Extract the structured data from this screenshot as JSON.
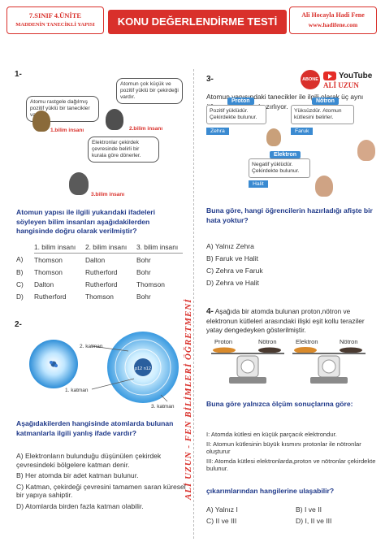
{
  "header": {
    "left_line1": "7.SINIF 4.ÜNİTE",
    "left_line2": "MADDENİN TANECİKLİ YAPISI",
    "title": "KONU DEĞERLENDİRME TESTİ",
    "right_line1": "Ali Hocayla Hadi Fene",
    "right_line2": "www.hadifene.com"
  },
  "brand": {
    "abone": "ABONE OL",
    "youtube": "YouTube",
    "channel": "ALİ UZUN",
    "vertical": "ALİ UZUN - FEN BİLİMLERİ ÖĞRETMENİ"
  },
  "q1": {
    "number": "1-",
    "bubble1": "Atomu rastgele dağılmış pozitif yüklü bir tanecikler vardır.",
    "bubble2": "Atomun çok küçük ve pozitif yüklü bir çekirdeği vardır.",
    "bubble3": "Elektronlar çekirdek çevresinde belirli bir kurala göre dönerler.",
    "sci1": "1.bilim insanı",
    "sci2": "2.bilim insanı",
    "sci3": "3.bilim insanı",
    "question": "Atomun yapısı ile ilgili yukarıdaki ifadeleri söyleyen bilim insanları aşağıdakilerden hangisinde doğru olarak verilmiştir?",
    "table_headers": [
      "1. bilim insanı",
      "2. bilim insanı",
      "3. bilim insanı"
    ],
    "rows": [
      {
        "letter": "A)",
        "c1": "Thomson",
        "c2": "Dalton",
        "c3": "Bohr"
      },
      {
        "letter": "B)",
        "c1": "Thomson",
        "c2": "Rutherford",
        "c3": "Bohr"
      },
      {
        "letter": "C)",
        "c1": "Dalton",
        "c2": "Rutherford",
        "c3": "Thomson"
      },
      {
        "letter": "D)",
        "c1": "Rutherford",
        "c2": "Thomson",
        "c3": "Bohr"
      }
    ]
  },
  "q2": {
    "number": "2-",
    "label_katman1": "1. katman",
    "label_katman2": "2. katman",
    "label_katman3": "3. katman",
    "nucleus": "p12 n12",
    "question": "Aşağıdakilerden hangisinde atomlarda bulunan katmanlarla ilgili yanlış ifade vardır?",
    "options": [
      "A) Elektronların bulunduğu düşünülen çekirdek çevresindeki bölgelere katman denir.",
      "B) Her atomda bir adet katman bulunur.",
      "C) Katman, çekirdeği çevresini tamamen saran küresel bir yapıya sahiptir.",
      "D) Atomlarda birden fazla katman olabilir."
    ]
  },
  "q3": {
    "number": "3-",
    "intro": "Atomun yapısındaki tanecikler ile ilgili olarak üç aynı öğrenci birer afiş hazırlıyor.",
    "cards": [
      {
        "tag": "Proton",
        "text": "Pozitif yüklüdür. Çekirdekte bulunur.",
        "name": "Zehra"
      },
      {
        "tag": "Nötron",
        "text": "Yüksüzdür. Atomun kütlesini belirler.",
        "name": "Faruk"
      },
      {
        "tag": "Elektron",
        "text": "Negatif yüklüdür. Çekirdekte bulunur.",
        "name": "Halit"
      }
    ],
    "question": "Buna göre, hangi öğrencilerin hazırladığı afişte bir hata yoktur?",
    "options": [
      "A) Yalnız Zehra",
      "B) Faruk ve Halit",
      "C) Zehra ve Faruk",
      "D) Zehra ve Halit"
    ]
  },
  "q4": {
    "number": "4-",
    "intro": "Aşağıda bir atomda bulunan proton,nötron ve elektronun kütleleri arasındaki ilişki eşit kollu teraziler yatay dengedeyken gösterilmiştir.",
    "scale1_left": "Proton",
    "scale1_right": "Nötron",
    "scale2_left": "Elektron",
    "scale2_right": "Nötron",
    "question": "Buna göre yalnızca ölçüm sonuçlarına göre:",
    "statements": [
      "I: Atomda kütlesi en küçük parçacık elektrondur.",
      "II: Atomun kütlesinin büyük kısmını protonlar ile nötronlar oluşturur",
      "III: Atomda kütlesi elektronlarda,proton ve nötronlar çekirdekte bulunur."
    ],
    "ask": "çıkarımlarından hangilerine ulaşabilir?",
    "options": [
      "A) Yalnız I",
      "B) I ve II",
      "C) II ve III",
      "D) I, II ve III"
    ]
  }
}
